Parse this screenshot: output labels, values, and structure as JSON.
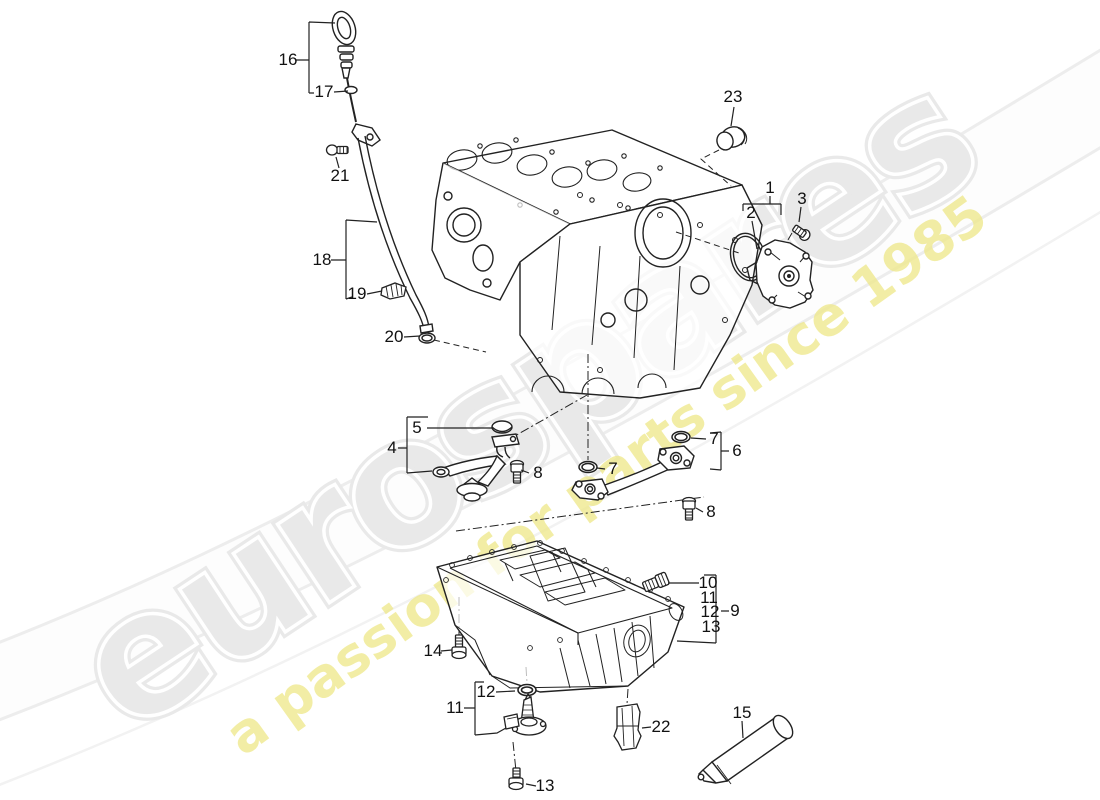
{
  "watermark": {
    "brand": "eurospares",
    "tagline": "a passion for parts since 1985",
    "brand_color": "#e9e9e9",
    "brand_inner_line_color": "#ffffff",
    "tagline_color": "#efe98f",
    "swoosh_color": "#ededed"
  },
  "line_art_color": "#222222",
  "callouts": [
    {
      "label": "16"
    },
    {
      "label": "17"
    },
    {
      "label": "21"
    },
    {
      "label": "18"
    },
    {
      "label": "19"
    },
    {
      "label": "20"
    },
    {
      "label": "23"
    },
    {
      "label": "1"
    },
    {
      "label": "2"
    },
    {
      "label": "3"
    },
    {
      "label": "5"
    },
    {
      "label": "4"
    },
    {
      "label": "8"
    },
    {
      "label": "7"
    },
    {
      "label": "7"
    },
    {
      "label": "6"
    },
    {
      "label": "8"
    },
    {
      "label": "10"
    },
    {
      "label": "11"
    },
    {
      "label": "12"
    },
    {
      "label": "13"
    },
    {
      "label": "9"
    },
    {
      "label": "14"
    },
    {
      "label": "12"
    },
    {
      "label": "11"
    },
    {
      "label": "13"
    },
    {
      "label": "22"
    },
    {
      "label": "15"
    }
  ]
}
